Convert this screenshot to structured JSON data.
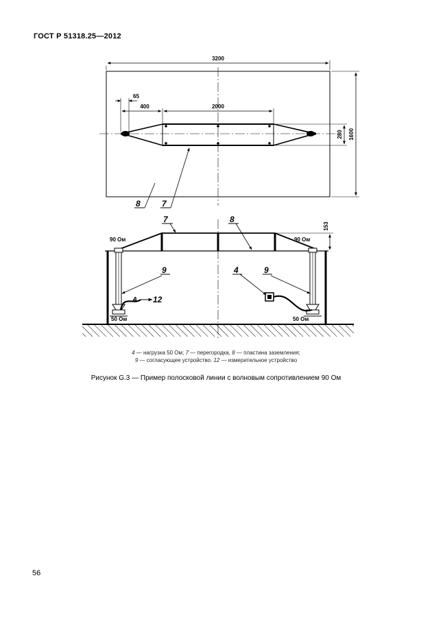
{
  "header": {
    "standard": "ГОСТ Р 51318.25—2012"
  },
  "figure": {
    "dimensions": {
      "total_length": "3200",
      "plate_length": "2000",
      "taper_length": "400",
      "offset": "65",
      "strip_height": "280",
      "total_height": "1600",
      "elevation": "153"
    },
    "labels": {
      "l8_top": "8",
      "l7_top": "7",
      "l7_side": "7",
      "l8_side": "8",
      "l9_left": "9",
      "l9_right": "9",
      "l4": "4",
      "l12": "12",
      "a_letter": "A"
    },
    "ohms": {
      "left_top": "90 Ом",
      "right_top": "90 Ом",
      "left_bottom": "50 Ом",
      "right_bottom": "50 Ом"
    }
  },
  "legend": [
    {
      "num": "4",
      "text": " — нагрузка 50 Ом; "
    },
    {
      "num": "7",
      "text": " — перегородка, "
    },
    {
      "num": "8",
      "text": " — пластина заземления;"
    },
    {
      "num": "9",
      "text": " — согласующее устройство. "
    },
    {
      "num": "12",
      "text": " — измерительное устройство"
    }
  ],
  "caption": "Рисунок G.3 — Пример полосковой линии с волновым сопротивлением 90 Ом",
  "page_number": "56"
}
